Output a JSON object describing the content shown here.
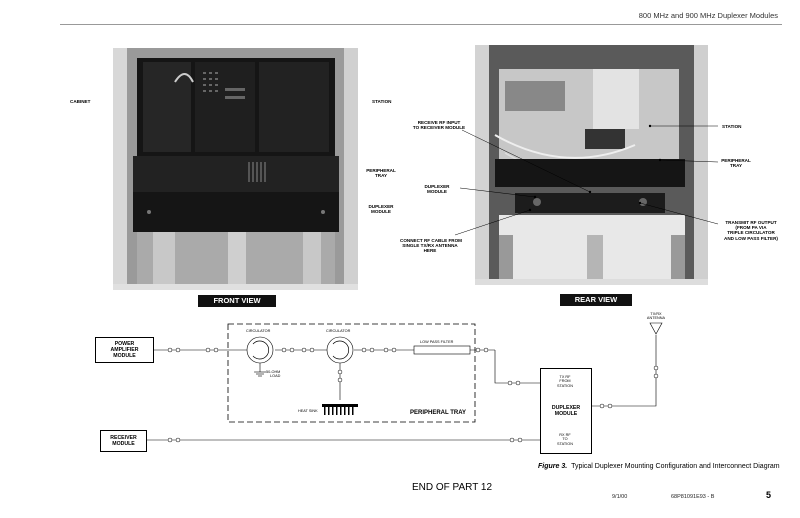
{
  "header": {
    "title": "800 MHz and 900 MHz Duplexer Modules"
  },
  "front": {
    "view_label": "FRONT VIEW",
    "cabinet": "CABINET",
    "station": "STATION",
    "peripheral_tray": [
      "PERIPHERAL",
      "TRAY"
    ],
    "duplexer_module": [
      "DUPLEXER",
      "MODULE"
    ]
  },
  "rear": {
    "view_label": "REAR VIEW",
    "receive_rf": [
      "RECEIVE RF INPUT",
      "TO RECEIVER MODULE"
    ],
    "duplexer_module": [
      "DUPLEXER",
      "MODULE"
    ],
    "connect_rf": [
      "CONNECT RF CABLE FROM",
      "SINGLE TX/RX ANTENNA",
      "HERE"
    ],
    "station": "STATION",
    "peripheral_tray": [
      "PERIPHERAL",
      "TRAY"
    ],
    "transmit_rf": [
      "TRANSMIT RF OUTPUT",
      "(FROM PA VIA",
      "TRIPLE CIRCULATOR",
      "AND LOW PASS FILTER)"
    ]
  },
  "diagram": {
    "power_amplifier": [
      "POWER",
      "AMPLIFIER",
      "MODULE"
    ],
    "receiver": [
      "RECEIVER",
      "MODULE"
    ],
    "circulator1": "CIRCULATOR",
    "circulator2": "CIRCULATOR",
    "load": [
      "50-OHM",
      "LOAD"
    ],
    "low_pass_filter": "LOW PASS FILTER",
    "heat_sink": "HEAT SINK",
    "peripheral_tray": "PERIPHERAL TRAY",
    "antenna": [
      "TX/RX",
      "ANTENNA"
    ],
    "tx_rf": [
      "TX RF",
      "FROM",
      "STATION"
    ],
    "duplexer": [
      "DUPLEXER",
      "MODULE"
    ],
    "rx_rf": [
      "RX RF",
      "TO",
      "STATION"
    ]
  },
  "caption": {
    "figure": "Figure 3.",
    "text": "Typical Duplexer Mounting Configuration and Interconnect Diagram"
  },
  "end_text": "END OF PART 12",
  "footer": {
    "date": "9/1/00",
    "doc": "68P81091E93 - B",
    "page": "5"
  }
}
